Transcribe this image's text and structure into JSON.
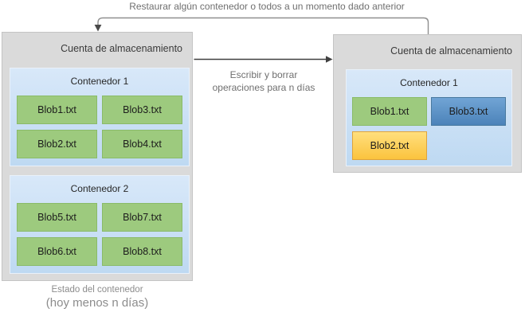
{
  "annotations": {
    "restore_label": "Restaurar algún contenedor o todos a un momento dado anterior",
    "operations_label_line1": "Escribir y borrar",
    "operations_label_line2": "operaciones para n días",
    "state_label_line1": "Estado del contenedor",
    "state_label_line2": "(hoy menos n días)"
  },
  "left_account": {
    "title": "Cuenta de almacenamiento",
    "containers": [
      {
        "label": "Contenedor 1",
        "blobs": [
          {
            "name": "Blob1.txt",
            "color": "green"
          },
          {
            "name": "Blob3.txt",
            "color": "green"
          },
          {
            "name": "Blob2.txt",
            "color": "green"
          },
          {
            "name": "Blob4.txt",
            "color": "green"
          }
        ]
      },
      {
        "label": "Contenedor 2",
        "blobs": [
          {
            "name": "Blob5.txt",
            "color": "green"
          },
          {
            "name": "Blob7.txt",
            "color": "green"
          },
          {
            "name": "Blob6.txt",
            "color": "green"
          },
          {
            "name": "Blob8.txt",
            "color": "green"
          }
        ]
      }
    ]
  },
  "right_account": {
    "title": "Cuenta de almacenamiento",
    "containers": [
      {
        "label": "Contenedor 1",
        "blobs": [
          {
            "name": "Blob1.txt",
            "color": "green"
          },
          {
            "name": "Blob3.txt",
            "color": "blue"
          },
          {
            "name": "Blob2.txt",
            "color": "yellow"
          }
        ]
      }
    ]
  },
  "colors": {
    "account_box_fill": "#DADADA",
    "account_box_border": "#C4C4C4",
    "container_fill_top": "#D8E8F9",
    "container_fill_bottom": "#BED9F2",
    "blob_green_fill": "#9DCA7E",
    "blob_green_border": "#8ABB69",
    "blob_blue_fill_top": "#71A4D5",
    "blob_blue_fill_bottom": "#4C83B9",
    "blob_yellow_fill_top": "#FFDF7D",
    "blob_yellow_fill_bottom": "#FBC33E",
    "annotation_gray": "#6F6F6F",
    "state_gray": "#8C8C8C",
    "operations_arrow": "#404040",
    "restore_arrow": "#8F8F8F"
  }
}
